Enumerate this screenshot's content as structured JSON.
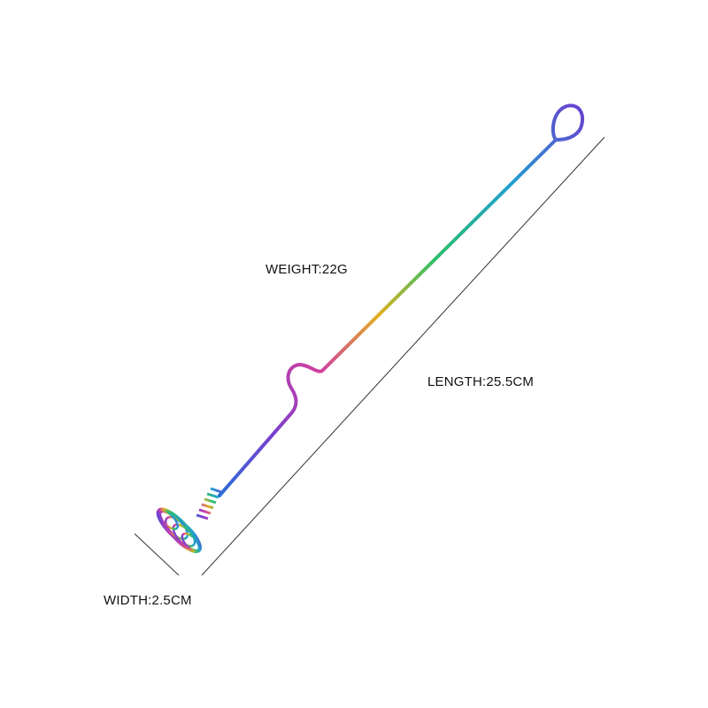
{
  "product": {
    "weight_label": "WEIGHT:22G",
    "length_label": "LENGTH:25.5CM",
    "width_label": "WIDTH:2.5CM"
  },
  "colors": {
    "background": "#ffffff",
    "dimension_line": "#333333",
    "gradient": [
      "#2a6fd6",
      "#7a3fd0",
      "#d03fa0",
      "#e0b020",
      "#2fbf6a",
      "#1fa0d0"
    ]
  }
}
